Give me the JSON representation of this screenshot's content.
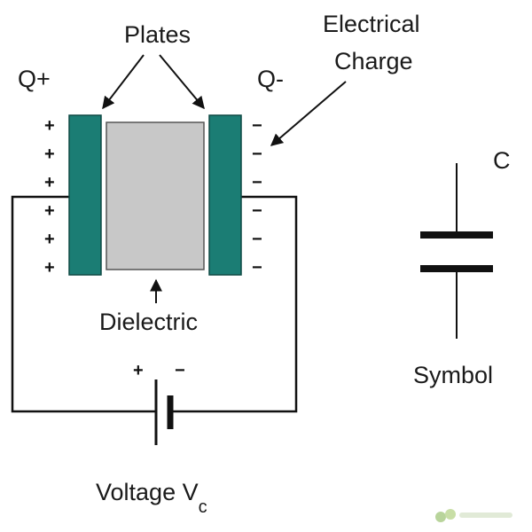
{
  "labels": {
    "plates": "Plates",
    "electrical_charge_line1": "Electrical",
    "electrical_charge_line2": "Charge",
    "q_plus": "Q+",
    "q_minus": "Q-",
    "dielectric": "Dielectric",
    "voltage": "Voltage V",
    "voltage_subscript": "c",
    "capacitance": "C",
    "symbol": "Symbol"
  },
  "signs": {
    "positive": [
      "+",
      "+",
      "+",
      "+",
      "+",
      "+"
    ],
    "negative": [
      "−",
      "−",
      "−",
      "−",
      "−",
      "−"
    ],
    "battery_plus": "+",
    "battery_minus": "−"
  },
  "colors": {
    "plate": "#1b7d74",
    "plate_outline": "#0f4a45",
    "dielectric": "#c8c8c8",
    "dielectric_outline": "#555555",
    "line": "#111111"
  }
}
